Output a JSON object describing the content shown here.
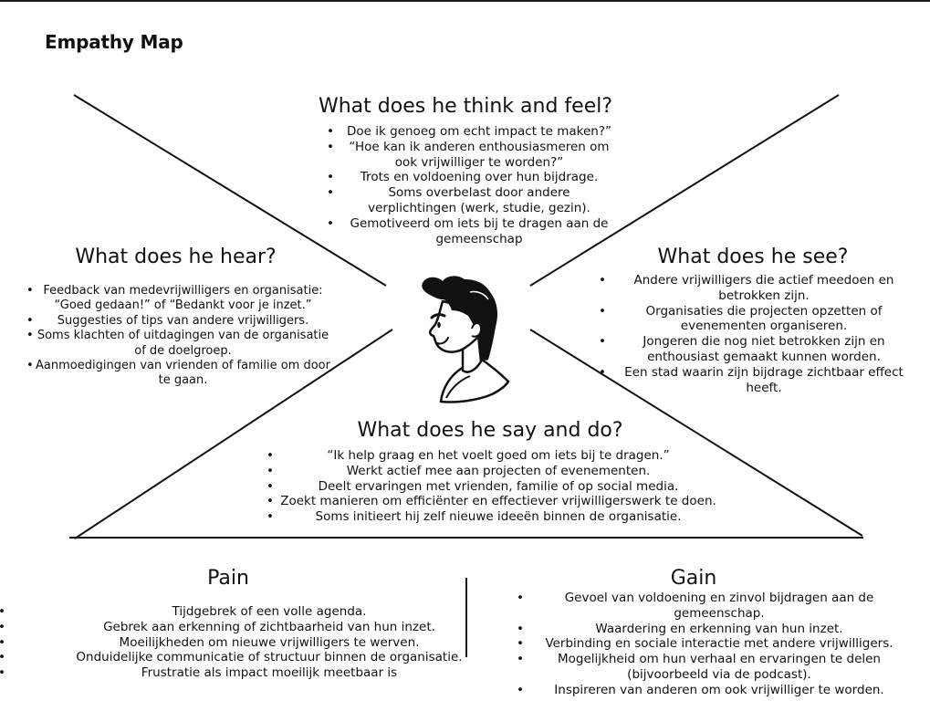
{
  "title": "Empathy Map",
  "sections": {
    "think": {
      "title": "What does he think and feel?",
      "items": [
        "Doe ik genoeg om echt impact te maken?”",
        "“Hoe kan ik anderen enthousiasmeren om ook vrijwilliger te worden?”",
        "Trots en voldoening over hun bijdrage.",
        "Soms overbelast door andere verplichtingen (werk, studie, gezin).",
        "Gemotiveerd om iets bij te dragen aan de gemeenschap"
      ]
    },
    "hear": {
      "title": "What does he hear?",
      "items": [
        "Feedback van medevrijwilligers en organisatie: “Goed gedaan!” of “Bedankt voor je inzet.”",
        "Suggesties of tips van andere vrijwilligers.",
        "Soms klachten of uitdagingen van de organisatie of de doelgroep.",
        "Aanmoedigingen van vrienden of familie om door te gaan."
      ]
    },
    "see": {
      "title": "What does he see?",
      "items": [
        "Andere vrijwilligers die actief meedoen en betrokken zijn.",
        "Organisaties die projecten opzetten of evenementen organiseren.",
        "Jongeren die nog niet betrokken zijn en enthousiast gemaakt kunnen worden.",
        "Een stad waarin zijn bijdrage zichtbaar effect heeft."
      ]
    },
    "say": {
      "title": "What does he say and do?",
      "items": [
        "“Ik help graag en het voelt goed om iets bij te dragen.”",
        "Werkt actief mee aan projecten of evenementen.",
        "Deelt ervaringen met vrienden, familie of op social media.",
        "Zoekt manieren om efficiënter en effectiever vrijwilligerswerk te doen.",
        "Soms initieert hij zelf nieuwe ideeën binnen de organisatie."
      ]
    },
    "pain": {
      "title": "Pain",
      "items": [
        "Tijdgebrek of een volle agenda.",
        "Gebrek aan erkenning of zichtbaarheid van hun inzet.",
        "Moeilijkheden om nieuwe vrijwilligers te werven.",
        "Onduidelijke communicatie of structuur binnen de organisatie.",
        "Frustratie als impact moeilijk meetbaar is"
      ]
    },
    "gain": {
      "title": "Gain",
      "items": [
        "Gevoel van voldoening en zinvol bijdragen aan de gemeenschap.",
        "Waardering en erkenning van hun inzet.",
        "Verbinding en sociale interactie met andere vrijwilligers.",
        "Mogelijkheid om hun verhaal en ervaringen te delen (bijvoorbeeld via de podcast).",
        "Inspireren van anderen om ook vrijwilliger te worden."
      ]
    }
  },
  "icons": {
    "persona": "person-profile-icon"
  }
}
